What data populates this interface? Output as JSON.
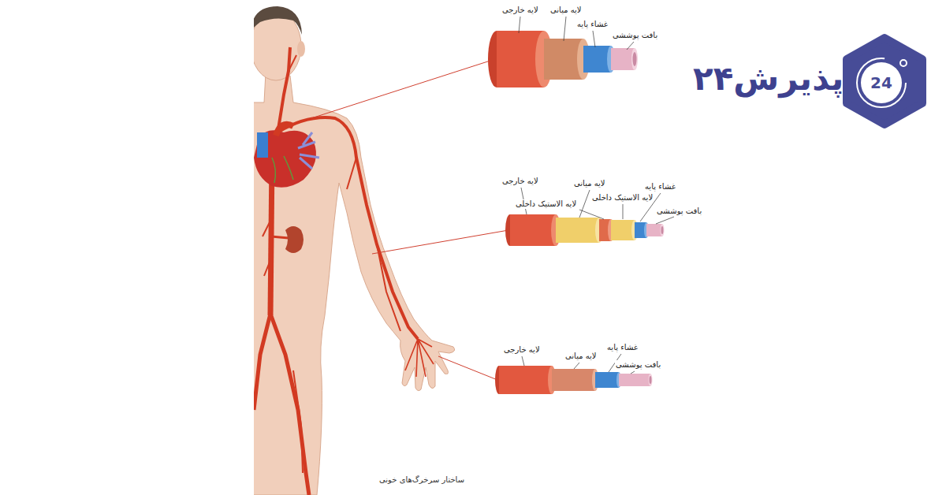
{
  "diagram": {
    "caption": "ساختار سرخرگ‌های خونی",
    "nodes": [
      {
        "text": [
          "24"
        ]
      }
    ],
    "labels": [
      "لایه خارجی",
      "لایه میانی",
      "غشاء پایه",
      "بافت پوششی",
      "لایه خارجی",
      "لایه میانی",
      "لایه الاستیک داخلی",
      "لایه الاستیک داخلی",
      "غشاء پایه",
      "بافت پوششی",
      "لایه خارجی",
      "لایه میانی",
      "غشاء پایه",
      "بافت پوششی",
      "پذیرش۲۴"
    ]
  }
}
